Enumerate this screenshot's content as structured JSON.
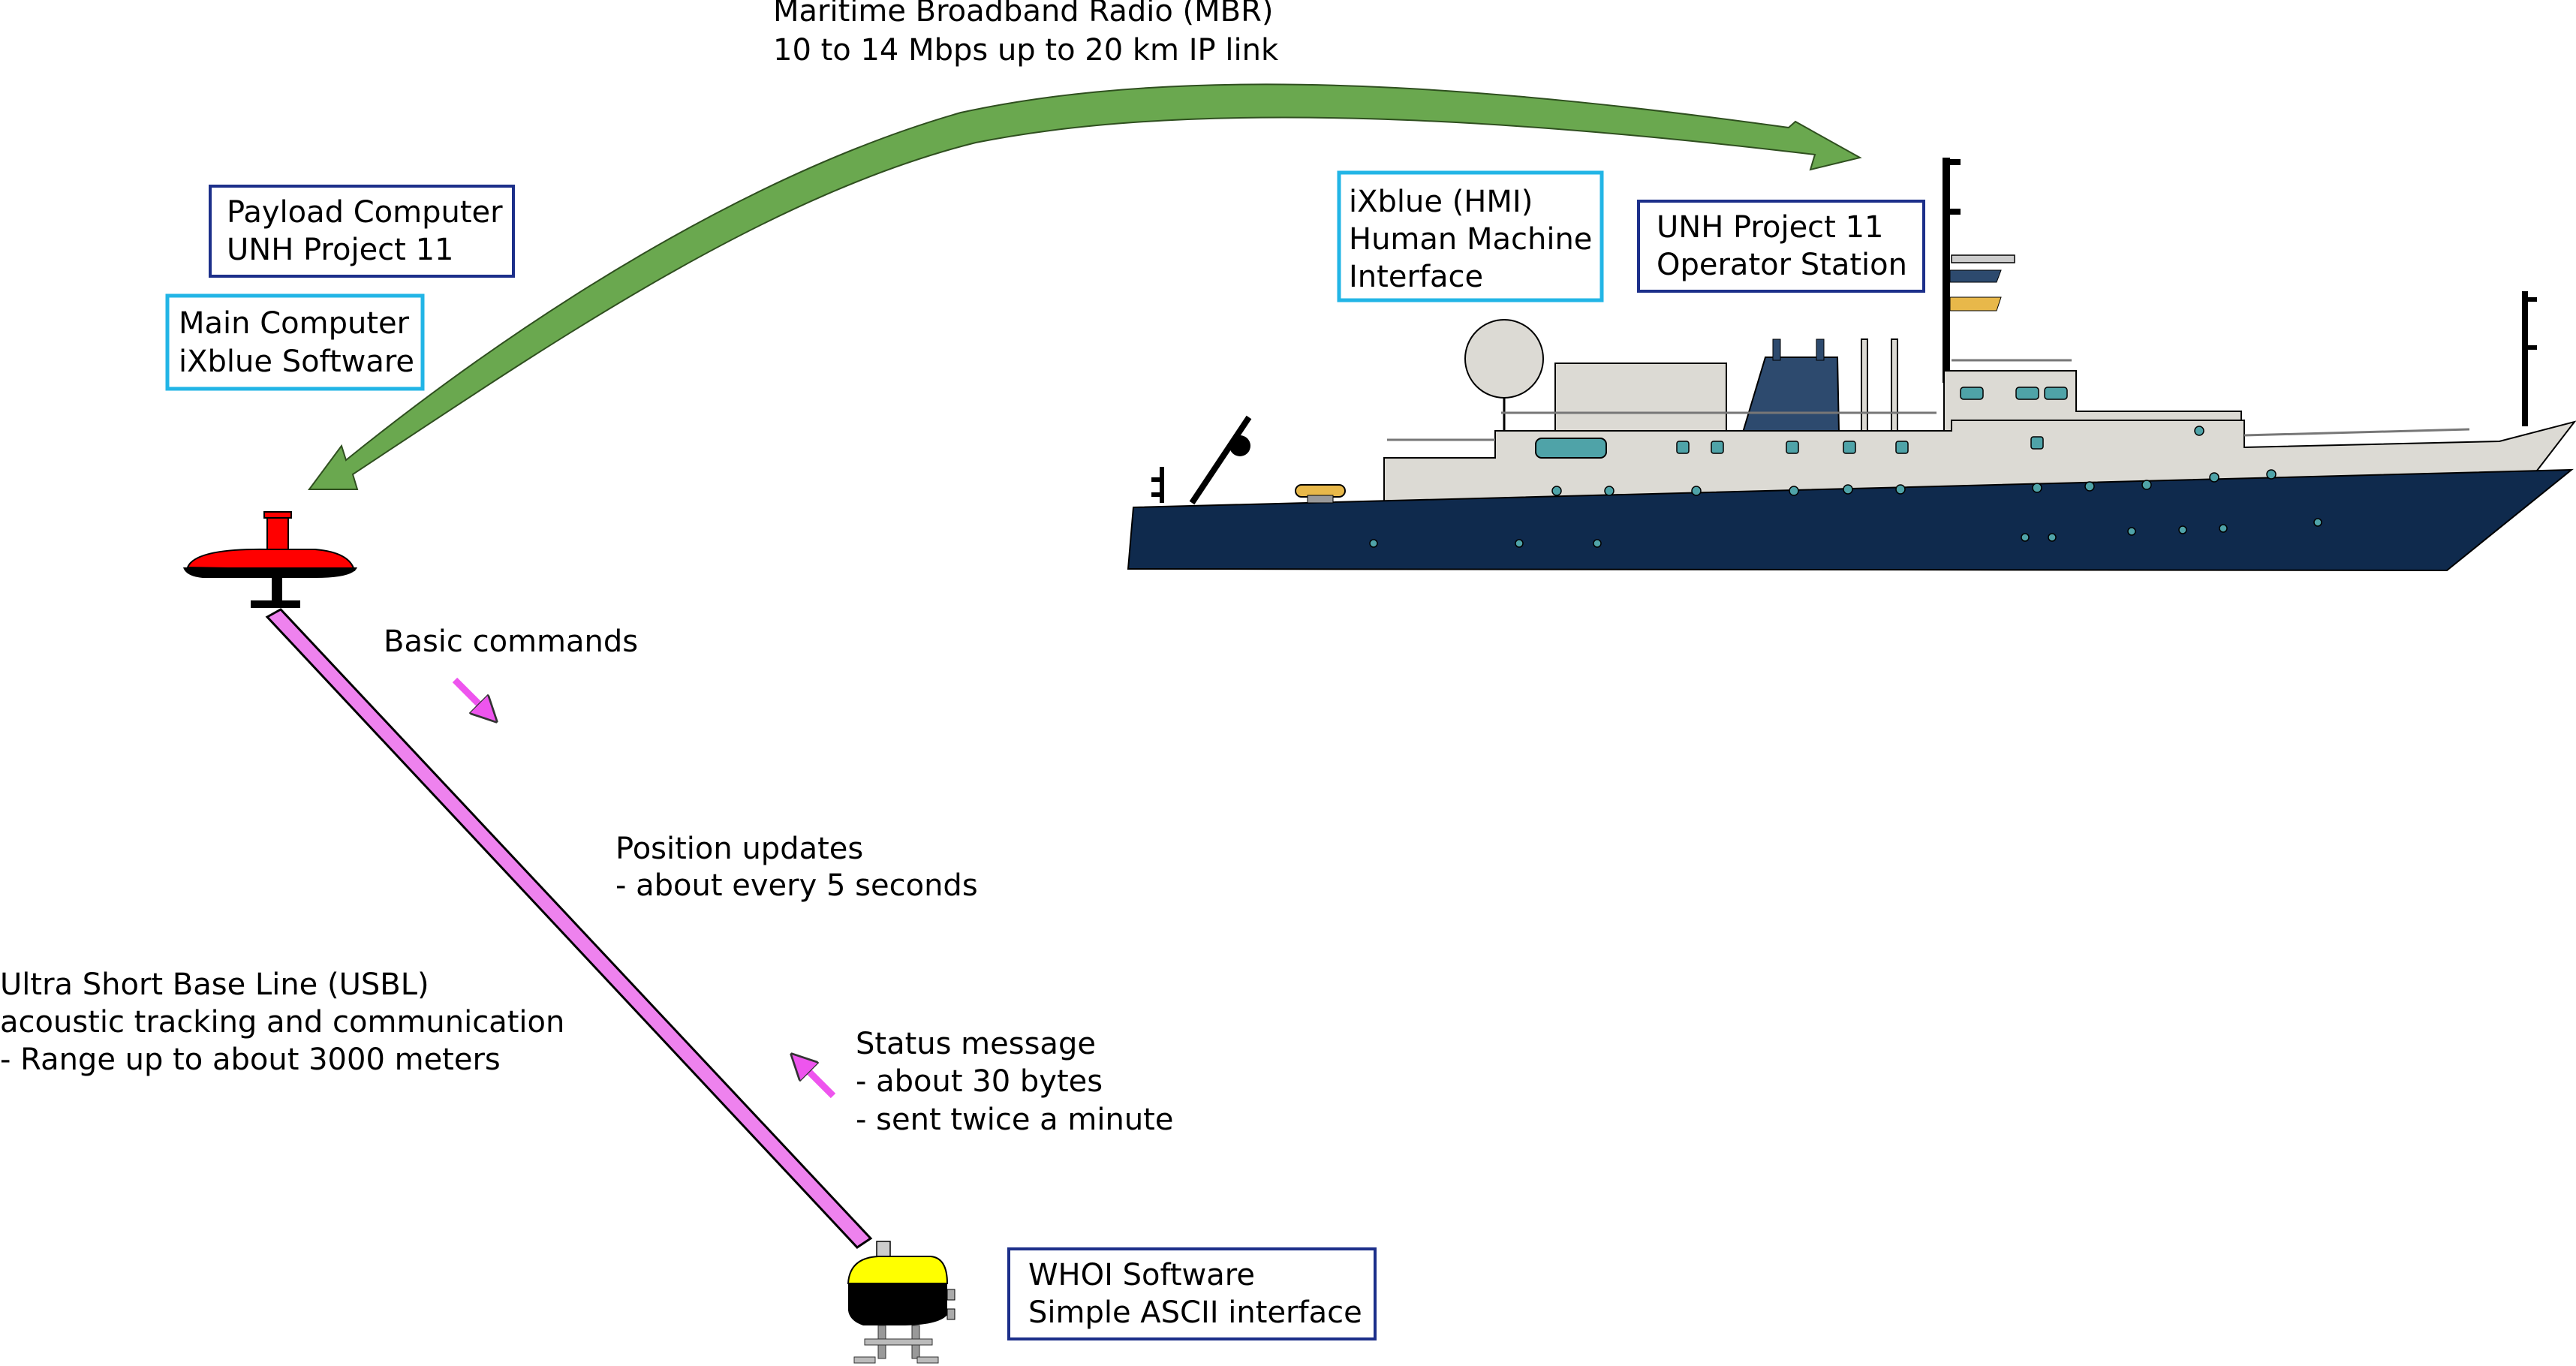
{
  "radio_link": {
    "line1": "Maritime Broadband Radio (MBR)",
    "line2": "10 to 14 Mbps up to 20 km IP link"
  },
  "payload_box": {
    "line1": "Payload Computer",
    "line2": "UNH Project 11"
  },
  "main_box": {
    "line1": "Main Computer",
    "line2": "iXblue Software"
  },
  "hmi_box": {
    "line1": "iXblue (HMI)",
    "line2": "Human Machine",
    "line3": "Interface"
  },
  "operator_box": {
    "line1": "UNH Project 11",
    "line2": "Operator Station"
  },
  "basic_commands": "Basic commands",
  "position_updates": {
    "line1": "Position updates",
    "line2": "- about every 5 seconds"
  },
  "usbl": {
    "line1": "Ultra Short Base Line (USBL)",
    "line2": "acoustic tracking and communication",
    "line3": "- Range up to about 3000 meters"
  },
  "status_message": {
    "line1": "Status message",
    "line2": "- about 30 bytes",
    "line3": "- sent twice a minute"
  },
  "whoi_box": {
    "line1": "WHOI Software",
    "line2": "Simple ASCII interface"
  },
  "colors": {
    "radio_arrow": "#6aa84f",
    "acoustic_link": "#ee82ee",
    "command_arrow": "#ee55ee",
    "ship_hull": "#0f2a4d",
    "ship_superstructure": "#dcdad4",
    "surface_vehicle": "#ff0000",
    "auv_top": "#ffff00",
    "box_dark_border": "#1c2f8a",
    "box_light_border": "#22b5e6"
  },
  "icons": {
    "radio_arrow": "double-headed-curved-arrow-icon",
    "ship": "research-ship-icon",
    "surface_vehicle": "autonomous-surface-vehicle-icon",
    "auv": "autonomous-underwater-vehicle-icon"
  }
}
